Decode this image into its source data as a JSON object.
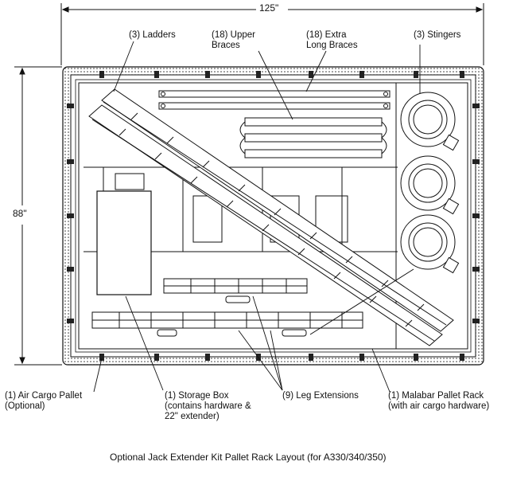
{
  "dimensions": {
    "width": "125\"",
    "height": "88\""
  },
  "labels": {
    "ladders": "(3) Ladders",
    "upper_braces": "(18) Upper\nBraces",
    "extra_long_braces": "(18) Extra\nLong Braces",
    "stingers": "(3) Stingers",
    "air_cargo_pallet": "(1) Air Cargo Pallet\n(Optional)",
    "storage_box": "(1) Storage Box\n(contains hardware &\n22\" extender)",
    "leg_extensions": "(9) Leg Extensions",
    "malabar_rack": "(1) Malabar Pallet Rack\n(with air cargo hardware)"
  },
  "caption": "Optional Jack Extender Kit Pallet Rack Layout (for A330/340/350)"
}
